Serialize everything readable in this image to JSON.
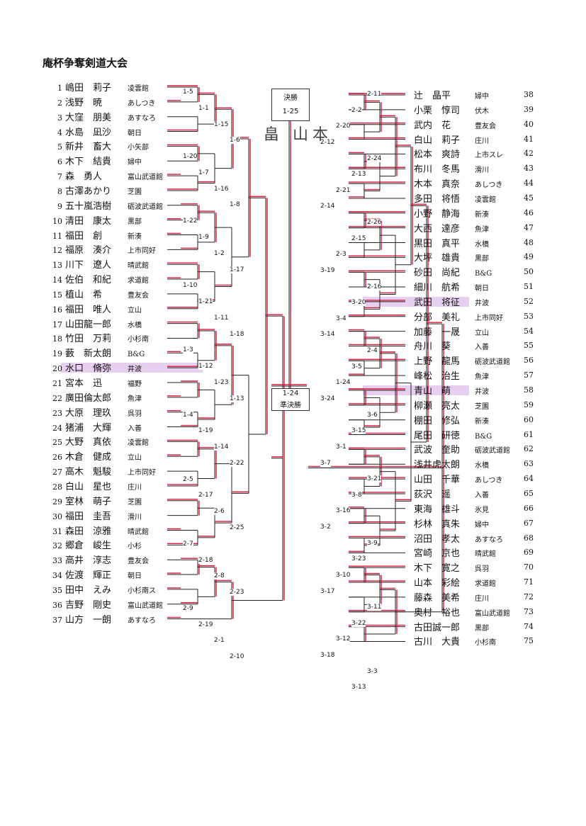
{
  "title": "庵杯争奪剣道大会",
  "final": {
    "label": "決勝",
    "match": "1-25",
    "winner_note": "畠 山本"
  },
  "semifinal": {
    "label": "準決勝",
    "match": "1-24"
  },
  "left_players": [
    {
      "no": "1",
      "name": "嶋田　莉子",
      "club": "凌雲館"
    },
    {
      "no": "2",
      "name": "浅野　暁",
      "club": "あしつき"
    },
    {
      "no": "3",
      "name": "大窪　朋美",
      "club": "あすなろ"
    },
    {
      "no": "4",
      "name": "水島　凪沙",
      "club": "朝日"
    },
    {
      "no": "5",
      "name": "新井　畜大",
      "club": "小矢部"
    },
    {
      "no": "6",
      "name": "木下　結貴",
      "club": "婦中"
    },
    {
      "no": "7",
      "name": "森　勇人",
      "club": "富山武道館"
    },
    {
      "no": "8",
      "name": "古澤あかり",
      "club": "芝園"
    },
    {
      "no": "9",
      "name": "五十嵐浩樹",
      "club": "砺波武道館"
    },
    {
      "no": "10",
      "name": "清田　康太",
      "club": "黒部"
    },
    {
      "no": "11",
      "name": "福田　創",
      "club": "新湊"
    },
    {
      "no": "12",
      "name": "福原　湊介",
      "club": "上市同好"
    },
    {
      "no": "13",
      "name": "川下　遼人",
      "club": "晴武館"
    },
    {
      "no": "14",
      "name": "佐伯　和紀",
      "club": "求道館"
    },
    {
      "no": "15",
      "name": "植山　希",
      "club": "豊友会"
    },
    {
      "no": "16",
      "name": "福田　唯人",
      "club": "立山"
    },
    {
      "no": "17",
      "name": "山田龍一郎",
      "club": "水橋"
    },
    {
      "no": "18",
      "name": "竹田　万莉",
      "club": "小杉南"
    },
    {
      "no": "19",
      "name": "藪　新太朗",
      "club": "B&G"
    },
    {
      "no": "20",
      "name": "水口　脩弥",
      "club": "井波"
    },
    {
      "no": "21",
      "name": "宮本　迅",
      "club": "福野"
    },
    {
      "no": "22",
      "name": "廣田倫太郎",
      "club": "魚津"
    },
    {
      "no": "23",
      "name": "大原　理玖",
      "club": "呉羽"
    },
    {
      "no": "24",
      "name": "猪浦　大輝",
      "club": "入善"
    },
    {
      "no": "25",
      "name": "大野　真依",
      "club": "凌雲館"
    },
    {
      "no": "26",
      "name": "木倉　健成",
      "club": "立山"
    },
    {
      "no": "27",
      "name": "高木　魁駿",
      "club": "上市同好"
    },
    {
      "no": "28",
      "name": "白山　星也",
      "club": "庄川"
    },
    {
      "no": "29",
      "name": "室林　萌子",
      "club": "芝園"
    },
    {
      "no": "30",
      "name": "福田　圭吾",
      "club": "滑川"
    },
    {
      "no": "31",
      "name": "森田　涼雅",
      "club": "晴武館"
    },
    {
      "no": "32",
      "name": "郷倉　峻生",
      "club": "小杉"
    },
    {
      "no": "33",
      "name": "高井　淳志",
      "club": "豊友会"
    },
    {
      "no": "34",
      "name": "佐渡　輝正",
      "club": "朝日"
    },
    {
      "no": "35",
      "name": "田中　えみ",
      "club": "小杉南ス"
    },
    {
      "no": "36",
      "name": "吉野　剛史",
      "club": "富山武道館"
    },
    {
      "no": "37",
      "name": "山方　一朗",
      "club": "あすなろ"
    }
  ],
  "right_players": [
    {
      "no": "38",
      "name": "辻　晶平",
      "club": "婦中"
    },
    {
      "no": "39",
      "name": "小栗　惇司",
      "club": "伏木"
    },
    {
      "no": "40",
      "name": "武内　花",
      "club": "豊友会"
    },
    {
      "no": "41",
      "name": "白山　莉子",
      "club": "庄川"
    },
    {
      "no": "42",
      "name": "松本　爽詩",
      "club": "上市スレ"
    },
    {
      "no": "43",
      "name": "布川　冬馬",
      "club": "滑川"
    },
    {
      "no": "44",
      "name": "木本　真奈",
      "club": "あしつき"
    },
    {
      "no": "45",
      "name": "多田　将悟",
      "club": "凌雲館"
    },
    {
      "no": "46",
      "name": "小野　静海",
      "club": "新湊"
    },
    {
      "no": "47",
      "name": "大西　達彦",
      "club": "魚津"
    },
    {
      "no": "48",
      "name": "黒田　真平",
      "club": "水橋"
    },
    {
      "no": "49",
      "name": "大坪　雄貴",
      "club": "黒部"
    },
    {
      "no": "50",
      "name": "砂田　尚紀",
      "club": "B&G"
    },
    {
      "no": "51",
      "name": "細川　航希",
      "club": "朝日"
    },
    {
      "no": "52",
      "name": "武田　将征",
      "club": "井波"
    },
    {
      "no": "53",
      "name": "分部　美礼",
      "club": "上市同好"
    },
    {
      "no": "54",
      "name": "加藤　一晟",
      "club": "立山"
    },
    {
      "no": "55",
      "name": "舟川　葵",
      "club": "入善"
    },
    {
      "no": "56",
      "name": "上野　龍馬",
      "club": "砺波武道館"
    },
    {
      "no": "57",
      "name": "峰松　治生",
      "club": "魚津"
    },
    {
      "no": "58",
      "name": "青山　萌",
      "club": "井波"
    },
    {
      "no": "59",
      "name": "柳瀬　亮太",
      "club": "芝園"
    },
    {
      "no": "60",
      "name": "棚田　修弘",
      "club": "新湊"
    },
    {
      "no": "61",
      "name": "尾田　研徳",
      "club": "B&G"
    },
    {
      "no": "62",
      "name": "武波　奎助",
      "club": "砺波武道館"
    },
    {
      "no": "63",
      "name": "浅井虎太朗",
      "club": "水橋"
    },
    {
      "no": "64",
      "name": "山田　千華",
      "club": "あしつき"
    },
    {
      "no": "65",
      "name": "荻沢　遥",
      "club": "入善"
    },
    {
      "no": "66",
      "name": "東海　雄斗",
      "club": "氷見"
    },
    {
      "no": "67",
      "name": "杉林　真朱",
      "club": "婦中"
    },
    {
      "no": "68",
      "name": "沼田　孝太",
      "club": "あすなろ"
    },
    {
      "no": "69",
      "name": "宮崎　京也",
      "club": "晴武館"
    },
    {
      "no": "70",
      "name": "木下　寛之",
      "club": "呉羽"
    },
    {
      "no": "71",
      "name": "山本　彩絵",
      "club": "求道館"
    },
    {
      "no": "72",
      "name": "藤森　美希",
      "club": "庄川"
    },
    {
      "no": "73",
      "name": "奥村　裕也",
      "club": "富山武道館"
    },
    {
      "no": "74",
      "name": "古田誠一郎",
      "club": "黒部"
    },
    {
      "no": "75",
      "name": "古川　大貴",
      "club": "小杉南"
    }
  ],
  "left_match_labels": [
    {
      "id": "1-5"
    },
    {
      "id": "1-1"
    },
    {
      "id": "1-15"
    },
    {
      "id": "1-6"
    },
    {
      "id": "1-20"
    },
    {
      "id": "1-7"
    },
    {
      "id": "1-16"
    },
    {
      "id": "1-8"
    },
    {
      "id": "1-22"
    },
    {
      "id": "1-9"
    },
    {
      "id": "1-2"
    },
    {
      "id": "1-17"
    },
    {
      "id": "1-10"
    },
    {
      "id": "1-21"
    },
    {
      "id": "1-11"
    },
    {
      "id": "1-18"
    },
    {
      "id": "1-3"
    },
    {
      "id": "1-12"
    },
    {
      "id": "1-23"
    },
    {
      "id": "1-13"
    },
    {
      "id": "1-4"
    },
    {
      "id": "1-19"
    },
    {
      "id": "1-14"
    },
    {
      "id": "2-22"
    },
    {
      "id": "2-5"
    },
    {
      "id": "2-17"
    },
    {
      "id": "2-6"
    },
    {
      "id": "2-25"
    },
    {
      "id": "2-7"
    },
    {
      "id": "2-18"
    },
    {
      "id": "2-8"
    },
    {
      "id": "2-23"
    },
    {
      "id": "2-9"
    },
    {
      "id": "2-19"
    },
    {
      "id": "2-1"
    },
    {
      "id": "2-10"
    }
  ],
  "right_match_labels": [
    {
      "id": "2-11"
    },
    {
      "id": "2-2"
    },
    {
      "id": "2-20"
    },
    {
      "id": "2-12"
    },
    {
      "id": "2-24"
    },
    {
      "id": "2-13"
    },
    {
      "id": "2-21"
    },
    {
      "id": "2-14"
    },
    {
      "id": "2-26"
    },
    {
      "id": "2-15"
    },
    {
      "id": "2-3"
    },
    {
      "id": "3-19"
    },
    {
      "id": "2-16"
    },
    {
      "id": "3-20"
    },
    {
      "id": "3-4"
    },
    {
      "id": "3-14"
    },
    {
      "id": "2-4"
    },
    {
      "id": "3-5"
    },
    {
      "id": "1-24"
    },
    {
      "id": "3-24"
    },
    {
      "id": "3-6"
    },
    {
      "id": "3-15"
    },
    {
      "id": "3-1"
    },
    {
      "id": "3-7"
    },
    {
      "id": "3-21"
    },
    {
      "id": "3-8"
    },
    {
      "id": "3-16"
    },
    {
      "id": "3-2"
    },
    {
      "id": "3-9"
    },
    {
      "id": "3-23"
    },
    {
      "id": "3-10"
    },
    {
      "id": "3-17"
    },
    {
      "id": "3-11"
    },
    {
      "id": "3-22"
    },
    {
      "id": "3-12"
    },
    {
      "id": "3-18"
    },
    {
      "id": "3-3"
    },
    {
      "id": "3-13"
    }
  ],
  "colors": {
    "winner_line": "#d81b3a",
    "bracket_line": "#222222",
    "highlight": "#e7cff0"
  }
}
